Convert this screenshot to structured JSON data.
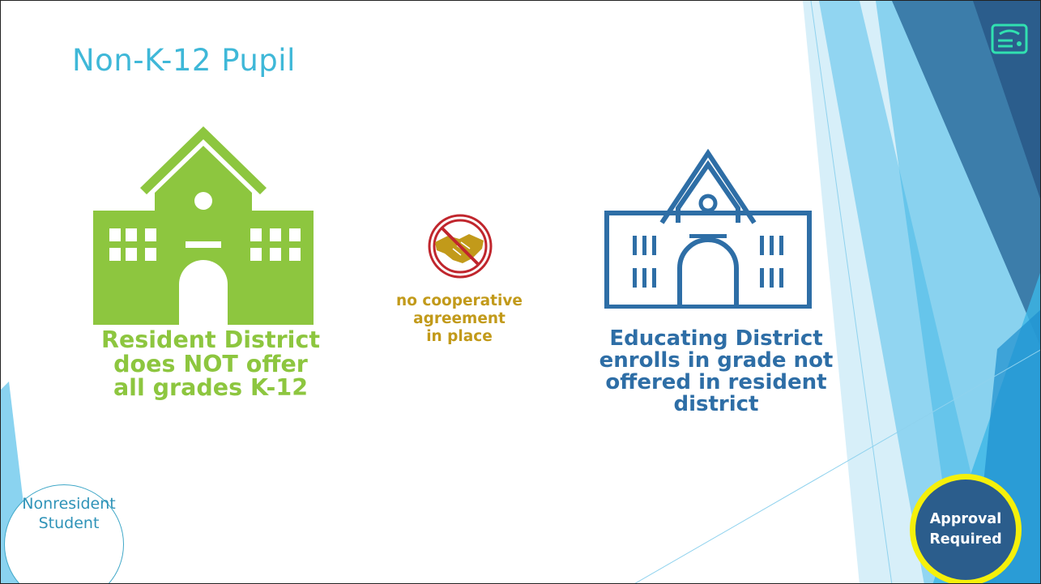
{
  "slide": {
    "title": "Non-K-12 Pupil",
    "resident_district": {
      "label_line1": "Resident District",
      "label_line2": "does NOT offer",
      "label_line3": "all grades K-12",
      "color": "#8dc63f"
    },
    "agreement": {
      "label_line1": "no cooperative",
      "label_line2": "agreement",
      "label_line3": "in place",
      "color": "#c29a1a"
    },
    "educating_district": {
      "label_line1": "Educating District",
      "label_line2": "enrolls in grade not",
      "label_line3": "offered in resident",
      "label_line4": "district",
      "color": "#2e6ea6"
    },
    "nonresident_badge": {
      "line1": "Nonresident",
      "line2": "Student"
    },
    "approval_badge": {
      "line1": "Approval",
      "line2": "Required",
      "fill": "#2b5d8c",
      "ring": "#f5f00a"
    },
    "icons": {
      "resident_school": "school-building-icon",
      "no_agreement": "no-handshake-icon",
      "educating_school": "school-outline-icon",
      "corner": "presenter-icon"
    }
  }
}
